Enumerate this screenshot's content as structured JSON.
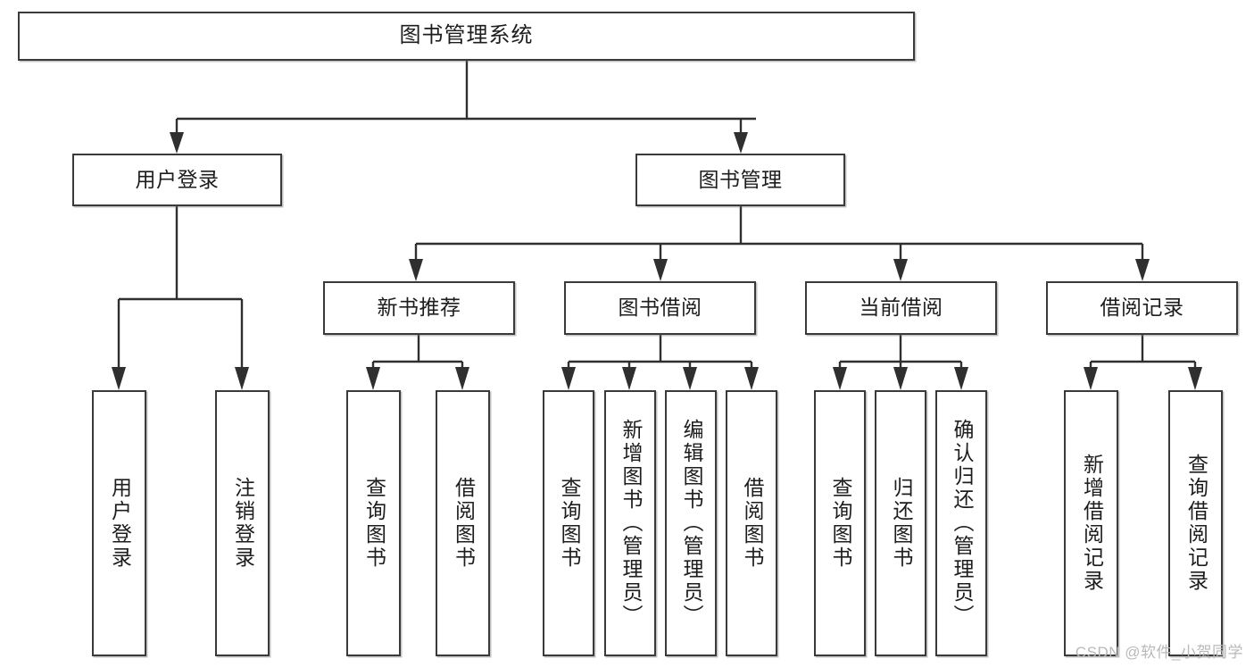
{
  "diagram": {
    "title": "图书管理系统",
    "type": "hierarchy-tree",
    "orientation": "top-down",
    "watermark": "CSDN @软件_小贺同学",
    "colors": {
      "background": "#ffffff",
      "border": "#3a3a3a",
      "connector": "#2f2f2f",
      "text": "#1d1d1d",
      "watermark": "#b9b9b9"
    }
  },
  "nodes": {
    "root": {
      "label": "图书管理系统",
      "level": 1
    },
    "user_login": {
      "label": "用户登录",
      "level": 2
    },
    "book_manage": {
      "label": "图书管理",
      "level": 2
    },
    "new_book_rec": {
      "label": "新书推荐",
      "level": 3
    },
    "book_borrow": {
      "label": "图书借阅",
      "level": 3
    },
    "current_borrow": {
      "label": "当前借阅",
      "level": 3
    },
    "borrow_record": {
      "label": "借阅记录",
      "level": 3
    },
    "leaf_user_login": {
      "label": "用户登录",
      "level": 4
    },
    "leaf_logout": {
      "label": "注销登录",
      "level": 4
    },
    "leaf_query_book_a": {
      "label": "查询图书",
      "level": 4
    },
    "leaf_borrow_book_a": {
      "label": "借阅图书",
      "level": 4
    },
    "leaf_query_book_b": {
      "label": "查询图书",
      "level": 4
    },
    "leaf_add_book": {
      "label": "新增图书（管理员）",
      "level": 4
    },
    "leaf_edit_book": {
      "label": "编辑图书（管理员）",
      "level": 4
    },
    "leaf_borrow_book_b": {
      "label": "借阅图书",
      "level": 4
    },
    "leaf_query_book_c": {
      "label": "查询图书",
      "level": 4
    },
    "leaf_return_book": {
      "label": "归还图书",
      "level": 4
    },
    "leaf_confirm_return": {
      "label": "确认归还（管理员）",
      "level": 4
    },
    "leaf_add_record": {
      "label": "新增借阅记录",
      "level": 4
    },
    "leaf_query_record": {
      "label": "查询借阅记录",
      "level": 4
    }
  },
  "edges": [
    {
      "from": "root",
      "to": "user_login"
    },
    {
      "from": "root",
      "to": "book_manage"
    },
    {
      "from": "user_login",
      "to": "leaf_user_login"
    },
    {
      "from": "user_login",
      "to": "leaf_logout"
    },
    {
      "from": "book_manage",
      "to": "new_book_rec"
    },
    {
      "from": "book_manage",
      "to": "book_borrow"
    },
    {
      "from": "book_manage",
      "to": "current_borrow"
    },
    {
      "from": "book_manage",
      "to": "borrow_record"
    },
    {
      "from": "new_book_rec",
      "to": "leaf_query_book_a"
    },
    {
      "from": "new_book_rec",
      "to": "leaf_borrow_book_a"
    },
    {
      "from": "book_borrow",
      "to": "leaf_query_book_b"
    },
    {
      "from": "book_borrow",
      "to": "leaf_add_book"
    },
    {
      "from": "book_borrow",
      "to": "leaf_edit_book"
    },
    {
      "from": "book_borrow",
      "to": "leaf_borrow_book_b"
    },
    {
      "from": "current_borrow",
      "to": "leaf_query_book_c"
    },
    {
      "from": "current_borrow",
      "to": "leaf_return_book"
    },
    {
      "from": "current_borrow",
      "to": "leaf_confirm_return"
    },
    {
      "from": "borrow_record",
      "to": "leaf_add_record"
    },
    {
      "from": "borrow_record",
      "to": "leaf_query_record"
    }
  ]
}
